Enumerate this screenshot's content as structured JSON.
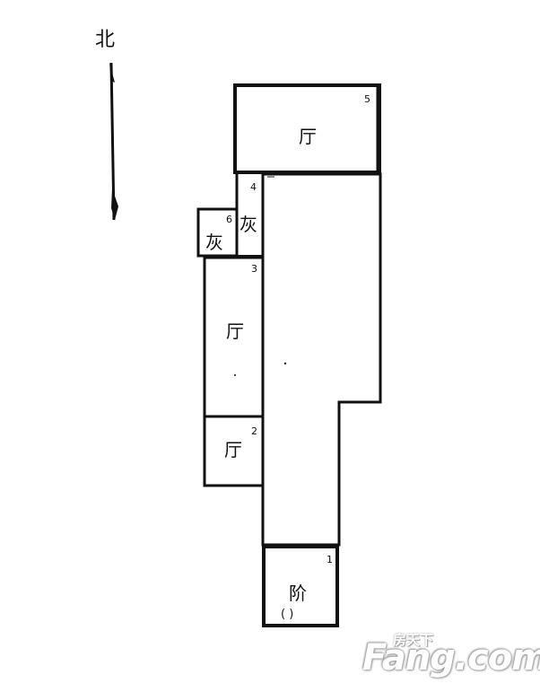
{
  "compass": {
    "label": "北"
  },
  "rooms": {
    "top": {
      "label": "厅",
      "number": "5"
    },
    "small_left": {
      "label": "灰",
      "number": "6"
    },
    "small_right": {
      "label": "灰",
      "number": "4"
    },
    "middle": {
      "label": "厅",
      "number": "3"
    },
    "lower": {
      "label": "厅",
      "number": "2"
    },
    "entrance": {
      "label": "阶",
      "sublabel": "(  )",
      "number": "1"
    }
  },
  "watermark": {
    "main": "Fang.com",
    "sub": "房天下"
  },
  "colors": {
    "line": "#111111",
    "watermark_shadow": "#9a9a9a"
  }
}
